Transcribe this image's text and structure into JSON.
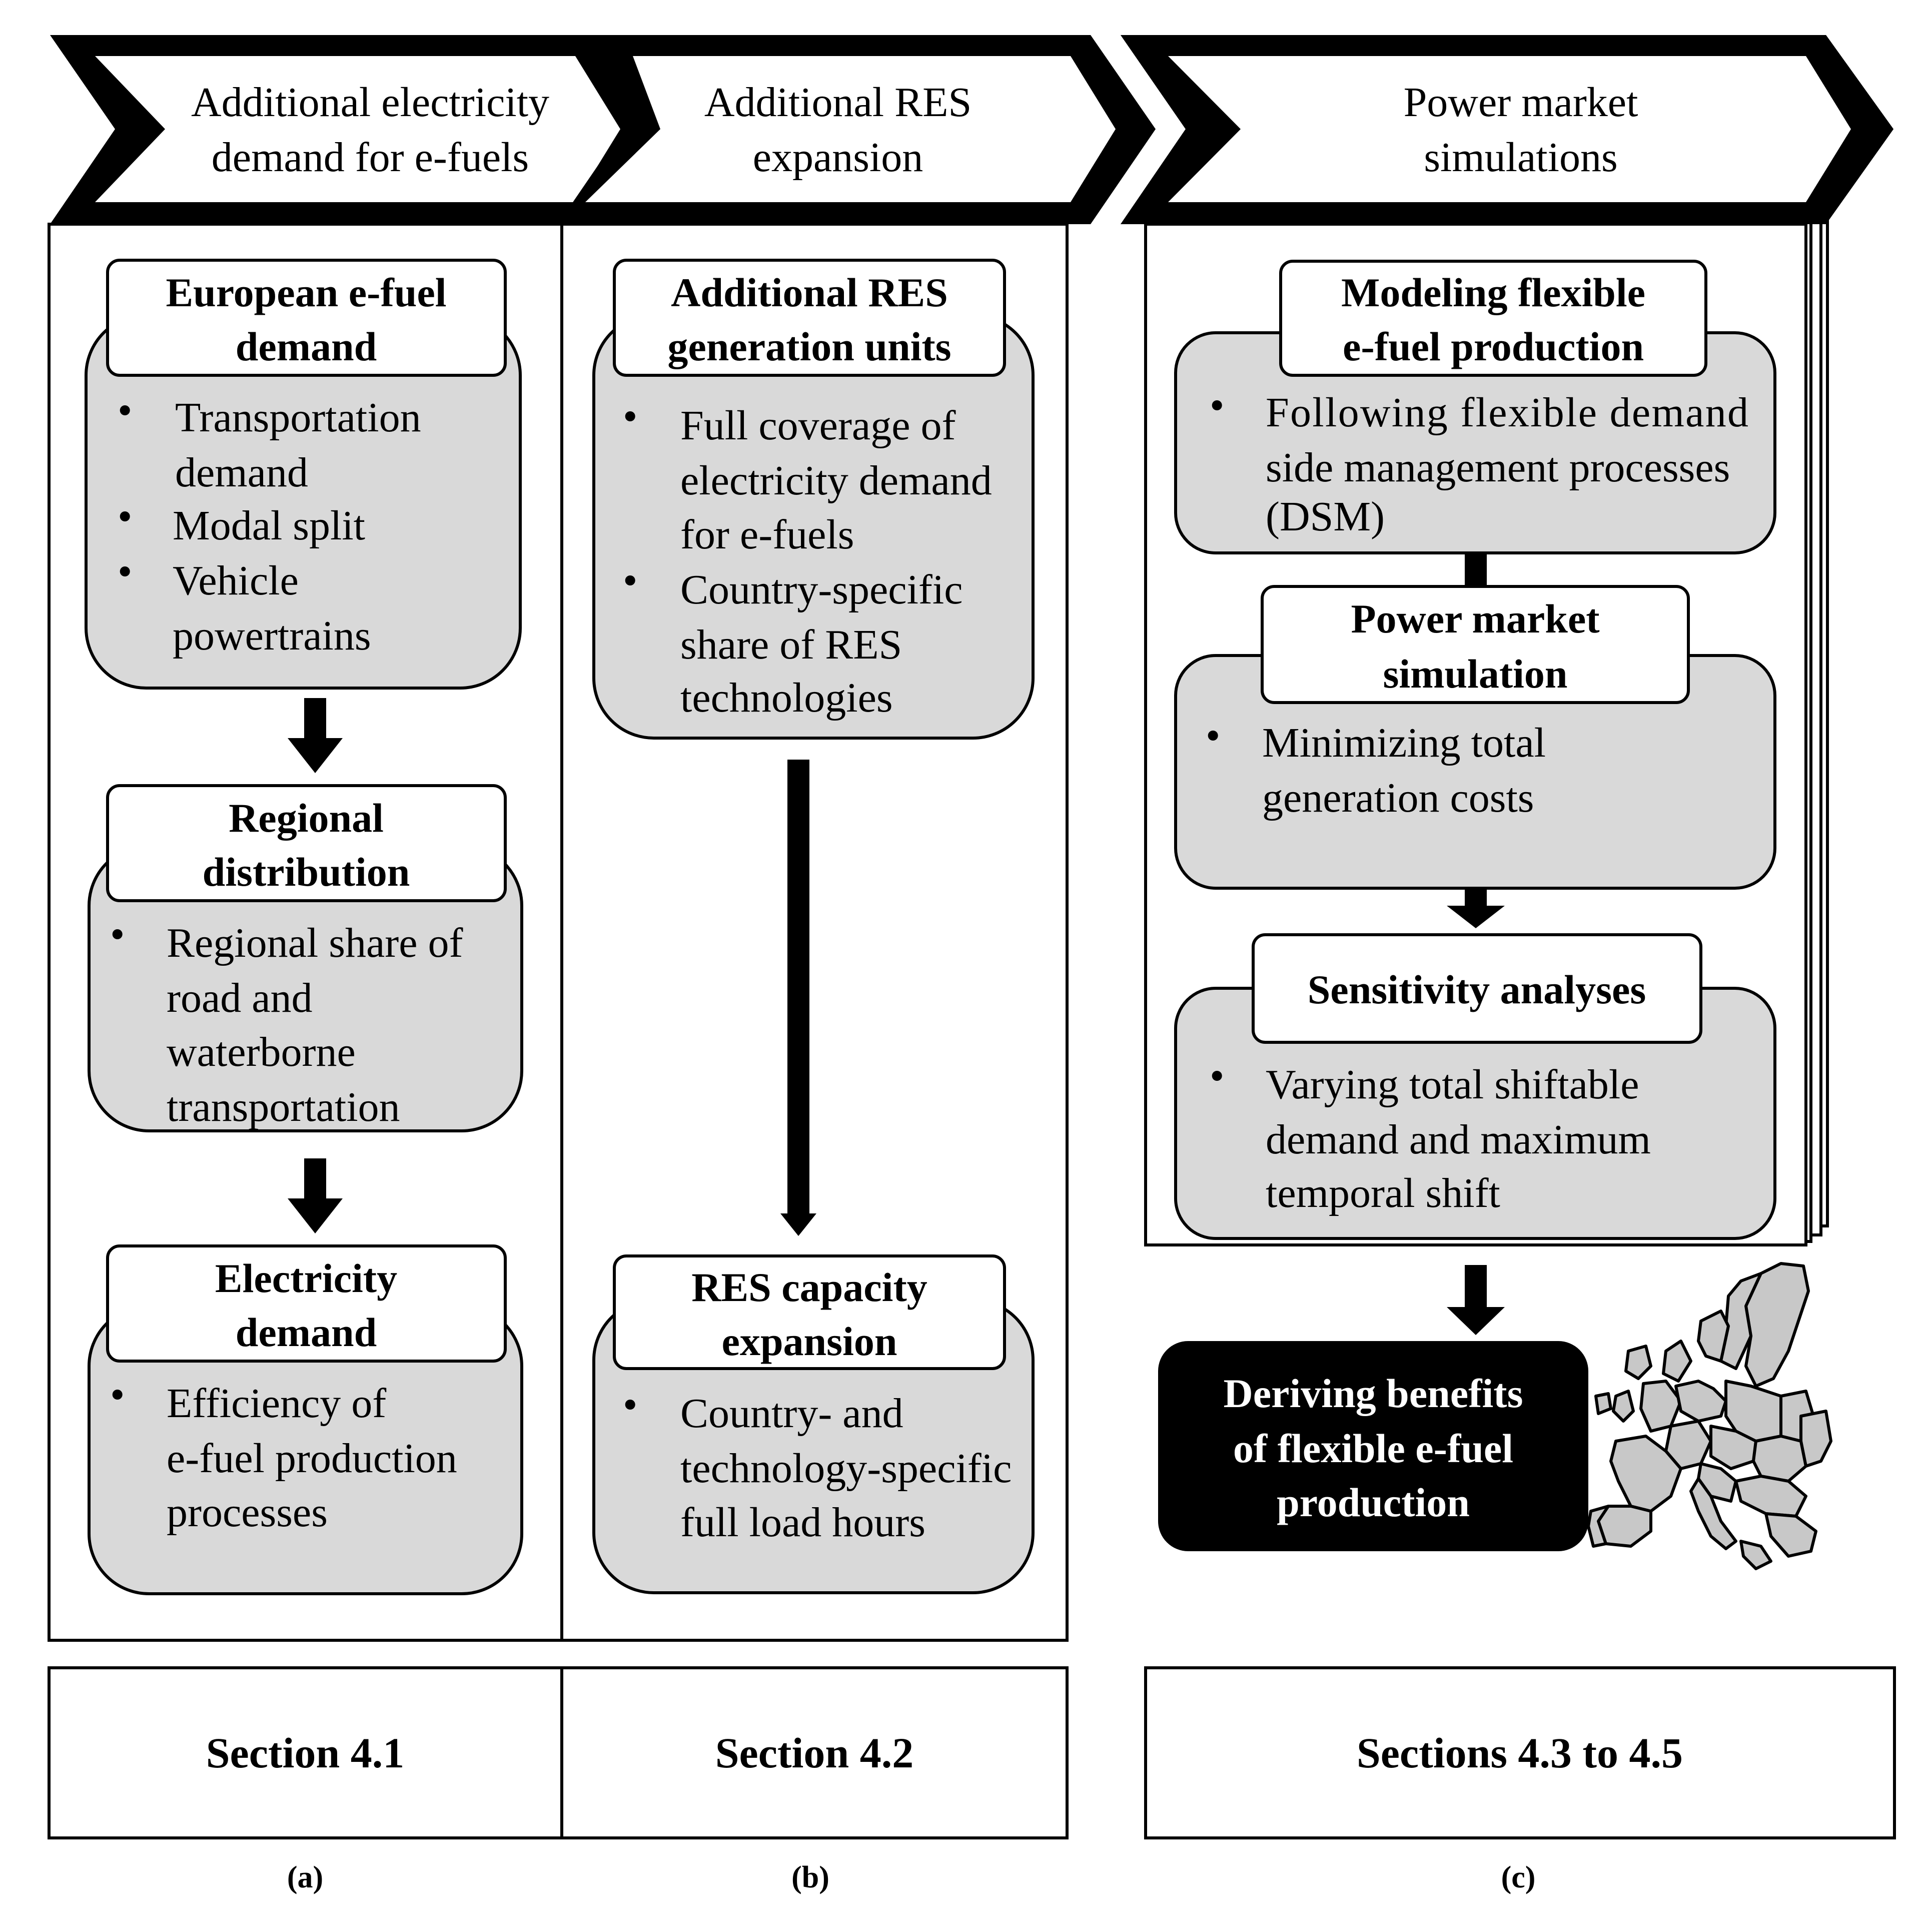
{
  "stages": {
    "a": {
      "header": [
        "Additional electricity",
        "demand for e-fuels"
      ],
      "boxes": [
        {
          "title": [
            "European e-fuel",
            "demand"
          ],
          "bullets": [
            [
              "Transportation",
              "demand"
            ],
            [
              "Modal split"
            ],
            [
              "Vehicle",
              "powertrains"
            ]
          ]
        },
        {
          "title": [
            "Regional",
            "distribution"
          ],
          "bullets": [
            [
              "Regional share of",
              "road and",
              "waterborne",
              "transportation"
            ]
          ]
        },
        {
          "title": [
            "Electricity",
            "demand"
          ],
          "bullets": [
            [
              "Efficiency of",
              "e-fuel production",
              "processes"
            ]
          ]
        }
      ],
      "section": "Section 4.1",
      "label": "(a)"
    },
    "b": {
      "header": [
        "Additional RES",
        "expansion"
      ],
      "boxes": [
        {
          "title": [
            "Additional RES",
            "generation units"
          ],
          "bullets": [
            [
              "Full coverage of",
              "electricity demand",
              "for e-fuels"
            ],
            [
              "Country-specific",
              "share of RES",
              "technologies"
            ]
          ]
        },
        {
          "title": [
            "RES capacity",
            "expansion"
          ],
          "bullets": [
            [
              "Country- and",
              "technology-specific",
              "full load hours"
            ]
          ]
        }
      ],
      "section": "Section 4.2",
      "label": "(b)"
    },
    "c": {
      "header": [
        "Power market",
        "simulations"
      ],
      "boxes": [
        {
          "title": [
            "Modeling flexible",
            "e-fuel production"
          ],
          "bullets": [
            [
              "Following flexible demand",
              "side management processes",
              "(DSM)"
            ]
          ]
        },
        {
          "title": [
            "Power market",
            "simulation"
          ],
          "bullets": [
            [
              "Minimizing total",
              "generation costs"
            ]
          ]
        },
        {
          "title": [
            "Sensitivity analyses"
          ],
          "bullets": [
            [
              "Varying total shiftable",
              "demand and maximum",
              "temporal shift"
            ]
          ]
        }
      ],
      "result": [
        "Deriving benefits",
        "of flexible e-fuel",
        "production"
      ],
      "section": "Sections 4.3 to 4.5",
      "label": "(c)"
    }
  },
  "icons": {
    "map": "europe-map-icon"
  }
}
